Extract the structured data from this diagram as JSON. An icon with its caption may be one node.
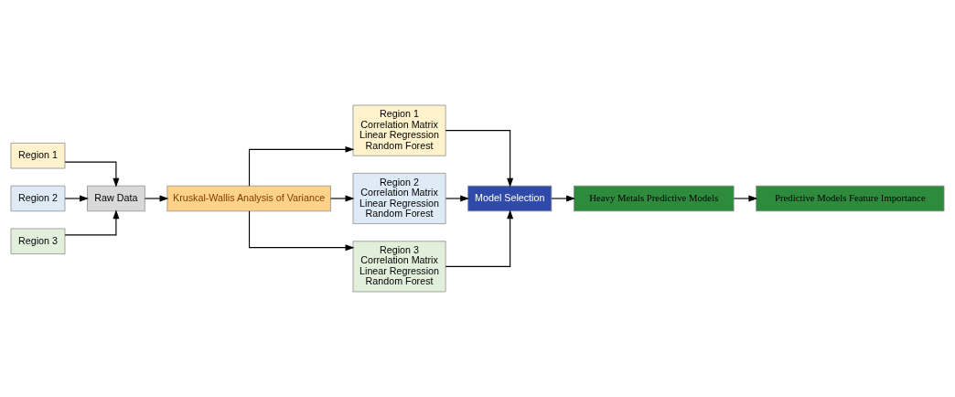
{
  "diagram": {
    "nodes": [
      {
        "text": [
          "Region 1"
        ]
      },
      {
        "text": [
          "Region 2"
        ]
      },
      {
        "text": [
          "Region 3"
        ]
      },
      {
        "text": [
          "Raw Data"
        ]
      },
      {
        "text": [
          "Kruskal-Wallis Analysis of Variance"
        ]
      },
      {
        "text": [
          "Region 1",
          "Correlation Matrix",
          "Linear Regression",
          "Random Forest"
        ]
      },
      {
        "text": [
          "Region 2",
          "Correlation Matrix",
          "Linear Regression",
          "Random Forest"
        ]
      },
      {
        "text": [
          "Region 3",
          "Correlation Matrix",
          "Linear Regression",
          "Random Forest"
        ]
      },
      {
        "text": [
          "Model Selection"
        ]
      },
      {
        "text": [
          "Heavy Metals Predictive Models"
        ]
      },
      {
        "text": [
          "Predictive Models Feature Importance"
        ]
      }
    ],
    "edges": [
      {
        "from": 0,
        "to": 3,
        "arrow": "to"
      },
      {
        "from": 1,
        "to": 3,
        "arrow": "to"
      },
      {
        "from": 2,
        "to": 3,
        "arrow": "to"
      },
      {
        "from": 3,
        "to": 4,
        "arrow": "to"
      },
      {
        "from": 4,
        "to": 5,
        "arrow": "to"
      },
      {
        "from": 4,
        "to": 6,
        "arrow": "to"
      },
      {
        "from": 4,
        "to": 7,
        "arrow": "to"
      },
      {
        "from": 5,
        "to": 8,
        "arrow": "to"
      },
      {
        "from": 6,
        "to": 8,
        "arrow": "to"
      },
      {
        "from": 7,
        "to": 8,
        "arrow": "to"
      },
      {
        "from": 8,
        "to": 9,
        "arrow": "to"
      },
      {
        "from": 9,
        "to": 10,
        "arrow": "to"
      }
    ]
  }
}
